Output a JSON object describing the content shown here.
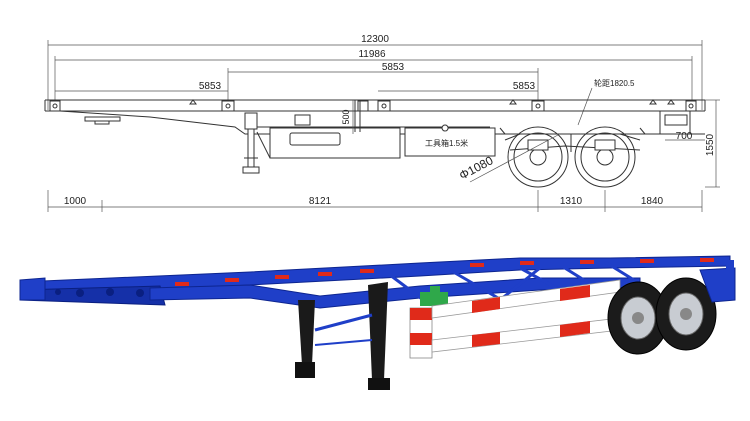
{
  "dimensions": {
    "overall_length": "12300",
    "lock_span": "11986",
    "left_segment": "5853",
    "middle_segment": "5853",
    "right_segment": "5853",
    "front_overhang": "1000",
    "kingpin_to_axle": "8121",
    "axle_spread": "1310",
    "rear_overhang": "1840",
    "frame_height": "500",
    "rear_height": "700",
    "total_height": "1550",
    "wheel_diameter": "Φ1080"
  },
  "labels": {
    "wheelbase_note": "轮距1820.5",
    "toolbox_note": "工具箱1.5米"
  },
  "colors": {
    "frame_blue": "#1f3fc8",
    "reflector_red": "#e02a1a",
    "reflector_white": "#ffffff",
    "valve_green": "#2fa84a"
  }
}
